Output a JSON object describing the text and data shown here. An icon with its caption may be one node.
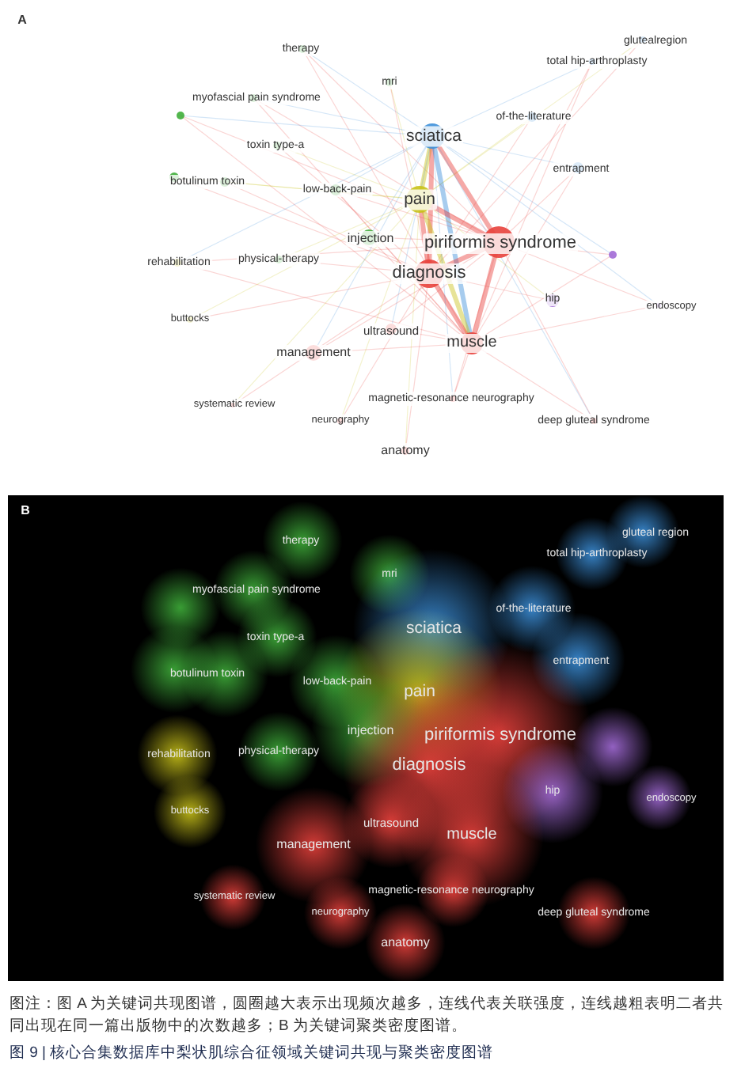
{
  "diagram": {
    "caption": "图 9 | 核心合集数据库中梨状肌综合征领域关键词共现与聚类密度图谱",
    "labels": [
      "A",
      "therapy",
      "glutealregion",
      "total hip-arthroplasty",
      "mri",
      "myofascial pain syndrome",
      "of-the-literature",
      "sciatica",
      "toxin type-a",
      "entrapment",
      "botulinum toxin",
      "low-back-pain",
      "pain",
      "injection",
      "piriformis syndrome",
      "rehabilitation",
      "physical-therapy",
      "diagnosis",
      "hip",
      "endoscopy",
      "buttocks",
      "ultrasound",
      "muscle",
      "management",
      "systematic review",
      "magnetic-resonance neurography",
      "neurography",
      "deep gluteal syndrome",
      "anatomy",
      "B",
      "therapy",
      "gluteal region",
      "total hip-arthroplasty",
      "mri",
      "myofascial pain syndrome",
      "of-the-literature",
      "sciatica",
      "toxin type-a",
      "entrapment",
      "botulinum toxin",
      "low-back-pain",
      "pain",
      "injection",
      "piriformis syndrome",
      "rehabilitation",
      "physical-therapy",
      "diagnosis",
      "hip",
      "endoscopy",
      "buttocks",
      "ultrasound",
      "muscle",
      "management",
      "systematic review",
      "magnetic-resonance neurography",
      "neurography",
      "deep gluteal syndrome",
      "anatomy",
      "图注：图 A 为关键词共现图谱，圆圈越大表示出现频次越多，连线代表关联强度，连线越粗表明二者共同出现在同一篇出版物中的次数越多；B 为关键词聚类密度图谱。"
    ]
  }
}
